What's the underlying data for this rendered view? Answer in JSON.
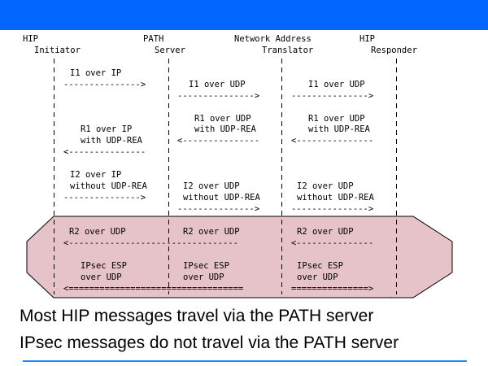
{
  "colors": {
    "top_bar": "#0066ff",
    "highlight_fill": "#e6c3c9",
    "highlight_stroke": "#000000",
    "bottom_rule": "#1a8cff"
  },
  "entities": [
    {
      "line1": "HIP",
      "line2": "Initiator"
    },
    {
      "line1": "PATH",
      "line2": "Server"
    },
    {
      "line1": "Network Address",
      "line2": "Translator"
    },
    {
      "line1": "HIP",
      "line2": "Responder"
    }
  ],
  "messages": {
    "i1": {
      "hop1": [
        "I1 over IP"
      ],
      "hop2": [
        "I1 over UDP"
      ],
      "hop3": [
        "I1 over UDP"
      ]
    },
    "r1": {
      "hop1": [
        "R1 over IP",
        "with UDP-REA"
      ],
      "hop2": [
        "R1 over UDP",
        "with UDP-REA"
      ],
      "hop3": [
        "R1 over UDP",
        "with UDP-REA"
      ]
    },
    "i2": {
      "hop1": [
        "I2 over IP",
        "without UDP-REA"
      ],
      "hop2": [
        "I2 over UDP",
        "without UDP-REA"
      ],
      "hop3": [
        "I2 over UDP",
        "without UDP-REA"
      ]
    },
    "r2": {
      "hop1": [
        "R2 over UDP"
      ],
      "hop2": [
        "R2 over UDP"
      ],
      "hop3": [
        "R2 over UDP"
      ]
    },
    "esp": {
      "hop1": [
        "IPsec ESP",
        "over UDP"
      ],
      "hop2": [
        "IPsec ESP",
        "over UDP"
      ],
      "hop3": [
        "IPsec ESP",
        "over UDP"
      ]
    }
  },
  "arrows": {
    "i1_1": "--------------->",
    "i1_2": "--------------->",
    "i1_3": "--------------->",
    "r1_1": "<---------------",
    "r1_2": "<---------------",
    "r1_3": "<---------------",
    "i2_1": "--------------->",
    "i2_2": "--------------->",
    "i2_3": "--------------->",
    "r2_12": "<---------------------------------",
    "r2_3": "<---------------",
    "esp_12": "<==================================",
    "esp_3": "===============>"
  },
  "captions": {
    "line1": "Most HIP messages travel via the PATH server",
    "line2": "IPsec messages do not travel via the PATH server"
  }
}
